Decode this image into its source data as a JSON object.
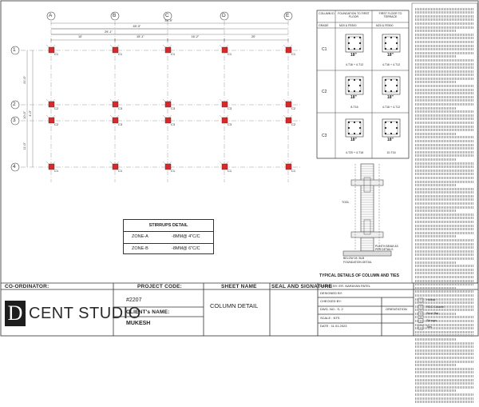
{
  "grid": {
    "col_letters": [
      "A",
      "B",
      "C",
      "D",
      "E"
    ],
    "row_numbers": [
      "1",
      "2",
      "3",
      "4"
    ],
    "top_dimensions": [
      "10'",
      "15'-1\"",
      "16'-2\"",
      "20'"
    ],
    "overall_dims": [
      "29'-1\"",
      "45'-3\"",
      "59'-9\""
    ],
    "side_dimensions": [
      "21'-0\"",
      "10'-0\"",
      "4'-0\"",
      "11'-0\""
    ],
    "column_tags": {
      "row1": [
        "C1",
        "C1",
        "C1",
        "C1",
        "C1"
      ],
      "row2": [
        "C2",
        "C3",
        "C3",
        "C3",
        "C2"
      ],
      "row4": [
        "C1",
        "C1",
        "C1",
        "C1",
        "C1"
      ]
    }
  },
  "schedule": {
    "headers": [
      "COLUMN ID",
      "FOUNDATION TO FIRST FLOOR",
      "FIRST FLOOR TO TERRACE"
    ],
    "grade_label": "GRADE",
    "grade_values": [
      "M20 & FE500",
      "M20 & FE500"
    ],
    "rows": [
      {
        "id": "C1",
        "found_size": "18\"",
        "found_bars": "4-T16 + 4-T12",
        "first_size": "18\"",
        "first_bars": "4-T16 + 4-T12"
      },
      {
        "id": "C2",
        "found_size": "18\"",
        "found_bars": "8-T16",
        "first_size": "18\"",
        "first_bars": "4-T16 + 4-T12"
      },
      {
        "id": "C3",
        "found_size": "18\"",
        "found_bars": "4-T20 + 4-T16",
        "first_size": "18\"",
        "first_bars": "10-T16"
      }
    ]
  },
  "section": {
    "label_left": "TOOL",
    "label_below": "BELOW 1ft. BLB",
    "label_below2": "FOUNDATION DETAIL",
    "label_right": "PLINTH BEAM AS PER DETAILS",
    "caption": "TYPICAL DETAILS OF COLUMN AND TIES"
  },
  "stirrups": {
    "title": "STIRRUPS DETAIL",
    "zones": [
      {
        "zone": "ZONE-A",
        "spec": "-8MM@ 4\"C/C"
      },
      {
        "zone": "ZONE-B",
        "spec": "-8MM@ 6\"C/C"
      }
    ]
  },
  "title_block": {
    "coordinator_label": "CO-ORDINATOR:",
    "project_code_label": "PROJECT CODE:",
    "project_code": "#2207",
    "client_label": "CLIENT's NAME:",
    "client_name": "MUKESH",
    "sheet_name_label": "SHEET NAME",
    "sheet_name": "COLUMN DETAIL",
    "seal_label": "SEAL AND SIGNATURE",
    "drawn_by": "DRAWN BY: ER. NARAYAN PATEL",
    "designed_by": "DESIGNED BY:",
    "checked_by": "CHECKED BY:",
    "dwg_no": "DWG. NO : S- 2",
    "orientation": "ORIENTATION",
    "scale": "SCALE : NTS",
    "date": "DATE : 11.01.2023",
    "logo_letter": "D",
    "logo_text": "CENT STUDIO"
  },
  "legend": {
    "items": [
      "Hollow",
      "RCC Column",
      "Steel Bar",
      "Stirrups",
      "Ties"
    ]
  }
}
